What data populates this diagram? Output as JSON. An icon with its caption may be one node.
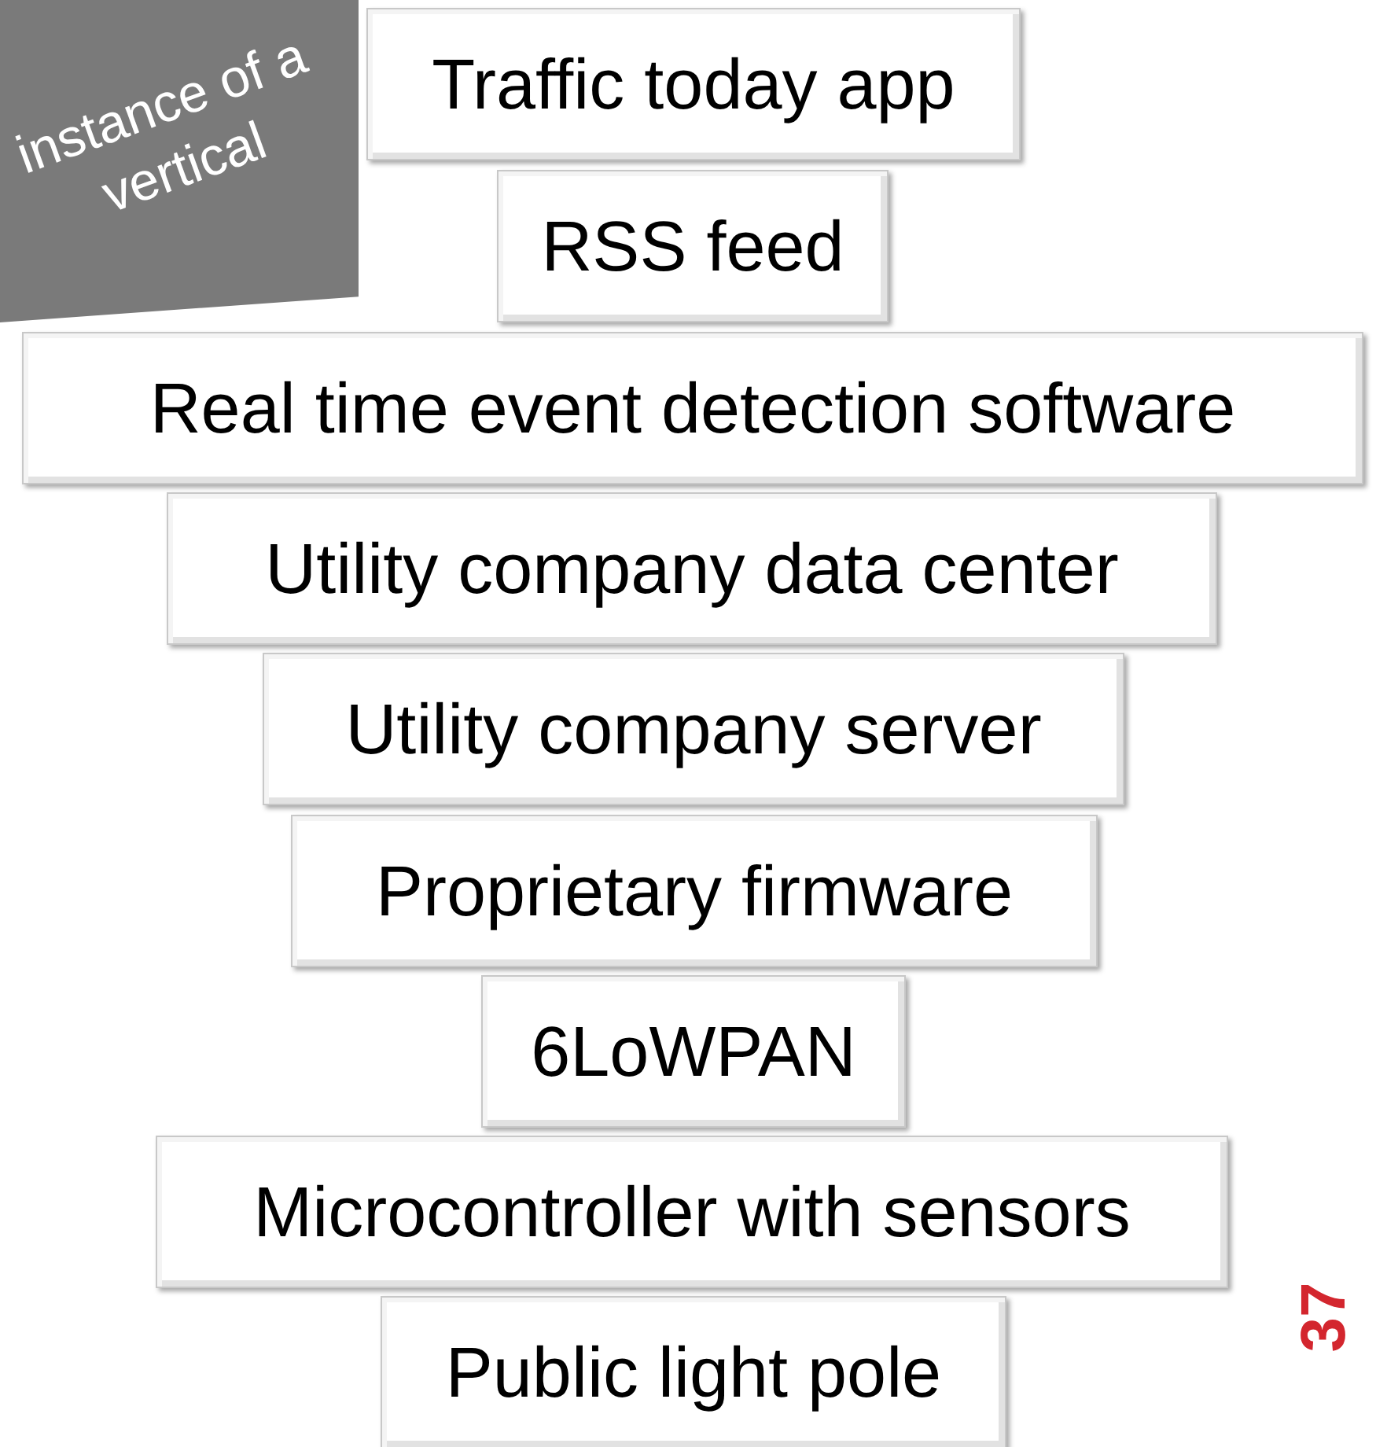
{
  "diagram": {
    "nodes": [
      {
        "text": [
          "instance of a vertical"
        ]
      },
      {
        "text": [
          "Traffic today app"
        ]
      },
      {
        "text": [
          "RSS feed"
        ]
      },
      {
        "text": [
          "Real time event detection software"
        ]
      },
      {
        "text": [
          "Utility company data center"
        ]
      },
      {
        "text": [
          "Utility company server"
        ]
      },
      {
        "text": [
          "Proprietary firmware"
        ]
      },
      {
        "text": [
          "6LoWPAN"
        ]
      },
      {
        "text": [
          "Microcontroller with sensors"
        ]
      },
      {
        "text": [
          "Public light pole"
        ]
      }
    ],
    "labels": [
      "37"
    ]
  }
}
